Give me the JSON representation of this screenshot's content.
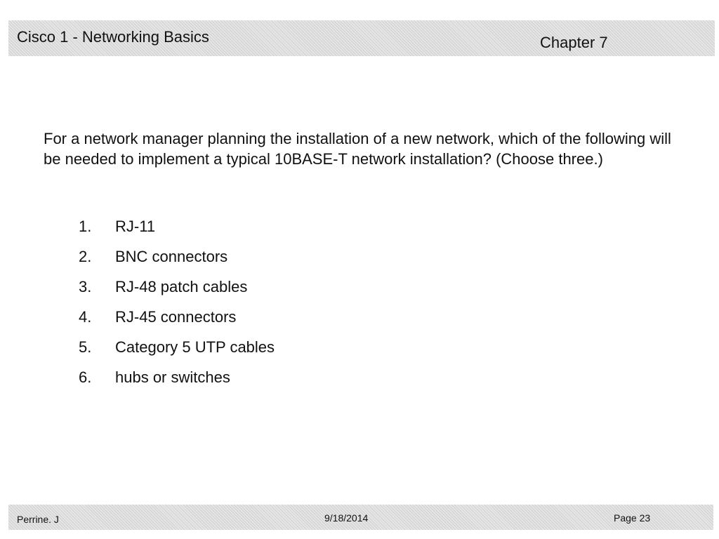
{
  "header": {
    "title": "Cisco 1 - Networking Basics",
    "chapter": "Chapter 7"
  },
  "question": {
    "text": "For a network manager planning the installation of a new network, which of the following will be needed to implement a typical 10BASE-T network installation? (Choose three.)"
  },
  "options": [
    {
      "number": "1.",
      "label": "RJ-11"
    },
    {
      "number": "2.",
      "label": "BNC connectors"
    },
    {
      "number": "3.",
      "label": "RJ-48 patch cables"
    },
    {
      "number": "4.",
      "label": "RJ-45 connectors"
    },
    {
      "number": "5.",
      "label": "Category 5 UTP cables"
    },
    {
      "number": "6.",
      "label": "hubs or switches"
    }
  ],
  "footer": {
    "author": "Perrine. J",
    "date": "9/18/2014",
    "page": "Page 23"
  }
}
